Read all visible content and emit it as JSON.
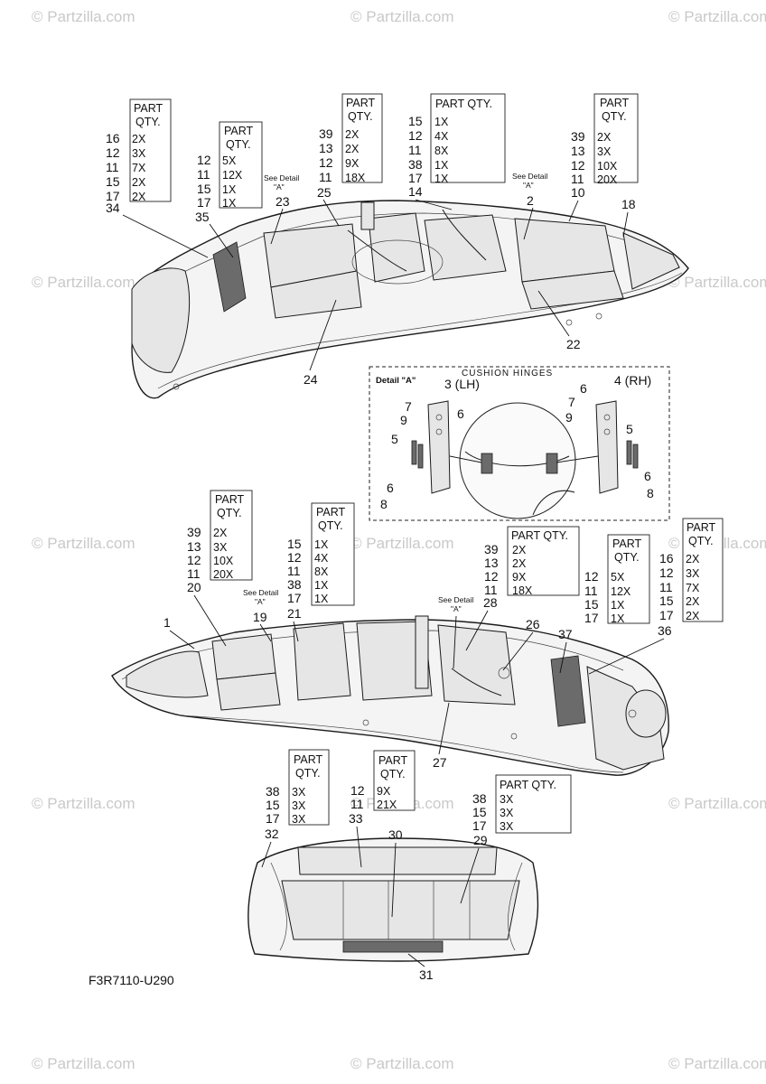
{
  "watermark": "© Partzilla.com",
  "diagram_code": "F3R7110-U290",
  "detail_panel": {
    "label": "Detail \"A\"",
    "title": "CUSHION HINGES",
    "left_ref": "3 (LH)",
    "right_ref": "4 (RH)",
    "labels": {
      "d7a": "7",
      "d9a": "9",
      "d6a": "6",
      "d5a": "5",
      "d6b": "6",
      "d8a": "8",
      "d6c": "6",
      "d7b": "7",
      "d9b": "9",
      "d5b": "5",
      "d6d": "6",
      "d8b": "8"
    }
  },
  "see_detail": {
    "line1": "See Detail",
    "line2": "\"A\""
  },
  "qty_header": {
    "line1": "PART",
    "line2": "QTY.",
    "single": "PART QTY."
  },
  "callouts": {
    "c34": "34",
    "c35": "35",
    "c23": "23",
    "c25": "25",
    "c14": "14",
    "c2": "2",
    "c10": "10",
    "c18": "18",
    "c22": "22",
    "c24": "24",
    "c20": "20",
    "c1": "1",
    "c19": "19",
    "c21": "21",
    "c28": "28",
    "c26": "26",
    "c37": "37",
    "c36": "36",
    "c27": "27",
    "c32": "32",
    "c33": "33",
    "c30": "30",
    "c29": "29",
    "c31": "31"
  },
  "qty_tables": {
    "t1": {
      "parts": [
        "16",
        "12",
        "11",
        "15",
        "17"
      ],
      "qty": [
        "2X",
        "3X",
        "7X",
        "2X",
        "2X"
      ]
    },
    "t2": {
      "parts": [
        "12",
        "11",
        "15",
        "17"
      ],
      "qty": [
        "5X",
        "12X",
        "1X",
        "1X"
      ]
    },
    "t3": {
      "parts": [
        "39",
        "13",
        "12",
        "11"
      ],
      "qty": [
        "2X",
        "2X",
        "9X",
        "18X"
      ]
    },
    "t4": {
      "parts": [
        "15",
        "12",
        "11",
        "38",
        "17"
      ],
      "qty": [
        "1X",
        "4X",
        "8X",
        "1X",
        "1X"
      ]
    },
    "t5": {
      "parts": [
        "39",
        "13",
        "12",
        "11"
      ],
      "qty": [
        "2X",
        "3X",
        "10X",
        "20X"
      ]
    },
    "t6": {
      "parts": [
        "39",
        "13",
        "12",
        "11"
      ],
      "qty": [
        "2X",
        "3X",
        "10X",
        "20X"
      ]
    },
    "t7": {
      "parts": [
        "15",
        "12",
        "11",
        "38",
        "17"
      ],
      "qty": [
        "1X",
        "4X",
        "8X",
        "1X",
        "1X"
      ]
    },
    "t8": {
      "parts": [
        "39",
        "13",
        "12",
        "11"
      ],
      "qty": [
        "2X",
        "2X",
        "9X",
        "18X"
      ]
    },
    "t9": {
      "parts": [
        "12",
        "11",
        "15",
        "17"
      ],
      "qty": [
        "5X",
        "12X",
        "1X",
        "1X"
      ]
    },
    "t10": {
      "parts": [
        "16",
        "12",
        "11",
        "15",
        "17"
      ],
      "qty": [
        "2X",
        "3X",
        "7X",
        "2X",
        "2X"
      ]
    },
    "t11": {
      "parts": [
        "38",
        "15",
        "17"
      ],
      "qty": [
        "3X",
        "3X",
        "3X"
      ]
    },
    "t12": {
      "parts": [
        "12",
        "11"
      ],
      "qty": [
        "9X",
        "21X"
      ]
    },
    "t13": {
      "parts": [
        "38",
        "15",
        "17"
      ],
      "qty": [
        "3X",
        "3X",
        "3X"
      ]
    }
  }
}
